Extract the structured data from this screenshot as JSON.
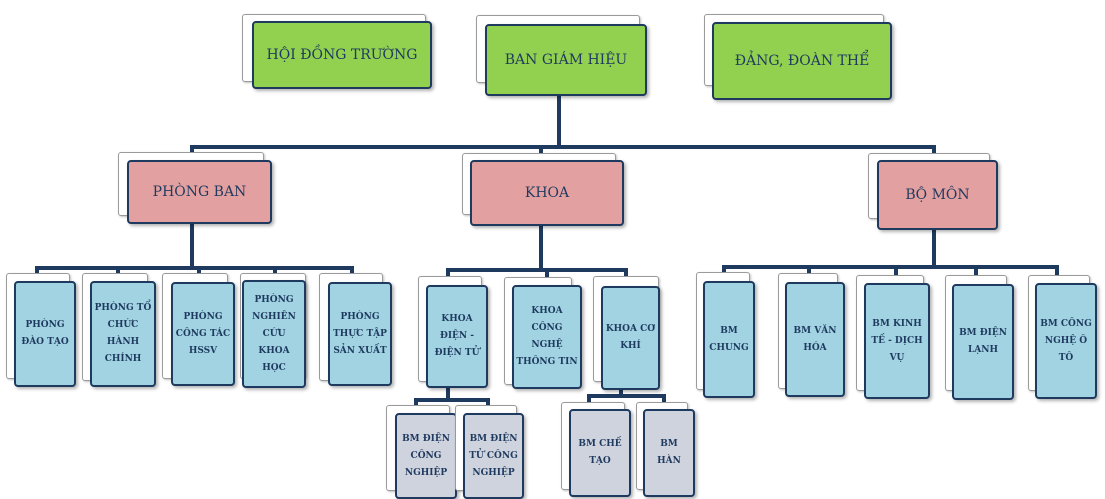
{
  "diagram": {
    "colors": {
      "line": "#1f3a5f",
      "top_fill": "#92d050",
      "group_fill": "#e3a0a0",
      "unit_fill": "#a1d3e2",
      "subunit_fill": "#cfd3de"
    },
    "top": {
      "hoi_dong_truong": "HỘI ĐỒNG TRƯỜNG",
      "ban_giam_hieu": "BAN GIÁM HIỆU",
      "dang_doan_the": "ĐẢNG, ĐOÀN THỂ"
    },
    "groups": {
      "phong_ban": "PHÒNG BAN",
      "khoa": "KHOA",
      "bo_mon": "BỘ MÔN"
    },
    "phong_ban": [
      "PHÒNG ĐÀO TẠO",
      "PHÒNG TỔ CHỨC HÀNH CHÍNH",
      "PHÒNG CÔNG TÁC HSSV",
      "PHÒNG NGHIÊN CỨU KHOA HỌC",
      "PHÒNG THỰC TẬP SẢN XUẤT"
    ],
    "khoa": [
      "KHOA ĐIỆN - ĐIỆN TỬ",
      "KHOA CÔNG NGHỆ THÔNG TIN",
      "KHOA CƠ KHÍ"
    ],
    "khoa_dien_sub": [
      "BM ĐIỆN CÔNG NGHIỆP",
      "BM ĐIỆN TỬ CÔNG NGHIỆP"
    ],
    "khoa_co_khi_sub": [
      "BM CHẾ TẠO",
      "BM HÀN"
    ],
    "bo_mon": [
      "BM CHUNG",
      "BM VĂN HÓA",
      "BM KINH TẾ - DỊCH VỤ",
      "BM ĐIỆN LẠNH",
      "BM CÔNG NGHỆ Ô TÔ"
    ]
  }
}
